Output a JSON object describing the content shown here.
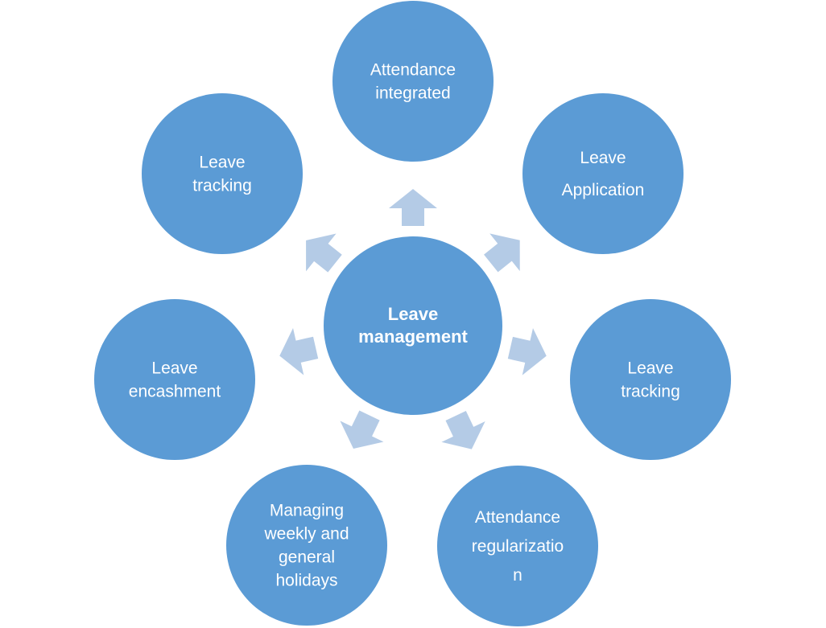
{
  "colors": {
    "circle_fill": "#5b9bd5",
    "arrow_fill": "#b4cbe6",
    "text": "#ffffff",
    "background": "#ffffff"
  },
  "center": {
    "lines": [
      "Leave",
      "management"
    ]
  },
  "nodes": [
    {
      "id": "attendance-integrated",
      "lines": [
        "Attendance",
        "integrated"
      ]
    },
    {
      "id": "leave-application",
      "lines": [
        "Leave",
        "Application"
      ]
    },
    {
      "id": "leave-tracking-right",
      "lines": [
        "Leave",
        "tracking"
      ]
    },
    {
      "id": "attendance-regularization",
      "lines": [
        "Attendance",
        "regularizatio",
        "n"
      ]
    },
    {
      "id": "managing-holidays",
      "lines": [
        "Managing",
        "weekly and",
        "general",
        "holidays"
      ]
    },
    {
      "id": "leave-encashment",
      "lines": [
        "Leave",
        "encashment"
      ]
    },
    {
      "id": "leave-tracking-left",
      "lines": [
        "Leave",
        "tracking"
      ]
    }
  ]
}
